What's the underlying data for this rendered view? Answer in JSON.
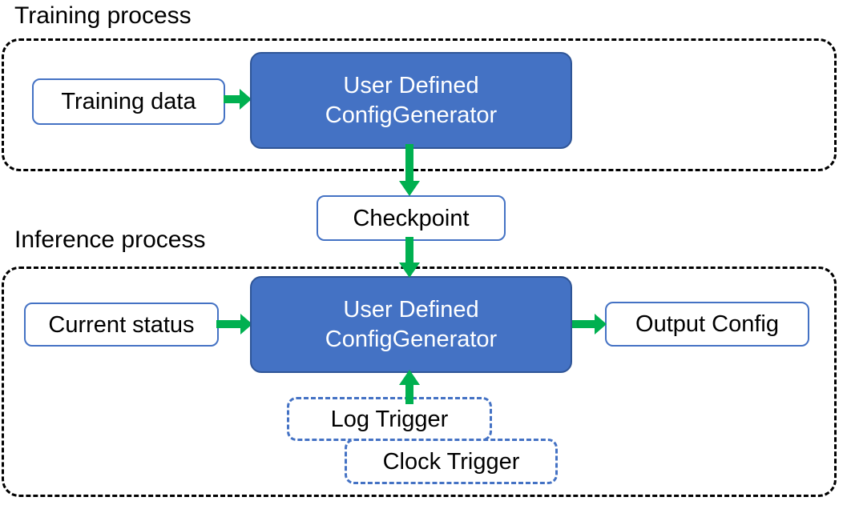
{
  "diagram": {
    "title_training": "Training process",
    "title_inference": "Inference process"
  },
  "training_section": {
    "label": "Training process",
    "nodes": {
      "training_data": "Training data",
      "generator": "User Defined\nConfigGenerator"
    }
  },
  "bridge": {
    "checkpoint": "Checkpoint"
  },
  "inference_section": {
    "label": "Inference process",
    "nodes": {
      "current_status": "Current status",
      "generator": "User Defined\nConfigGenerator",
      "output_config": "Output Config",
      "log_trigger": "Log Trigger",
      "clock_trigger": "Clock Trigger"
    }
  },
  "colors": {
    "node_blue_fill": "#4472C4",
    "node_blue_border": "#2F5597",
    "node_white_border": "#4472C4",
    "arrow_green": "#00B050",
    "container_dash": "#000000",
    "trigger_dash": "#4472C4",
    "text_dark": "#000000",
    "text_light": "#FFFFFF"
  },
  "icons": {
    "arrow_right": "arrow-right-icon",
    "arrow_down": "arrow-down-icon",
    "arrow_up": "arrow-up-icon"
  }
}
